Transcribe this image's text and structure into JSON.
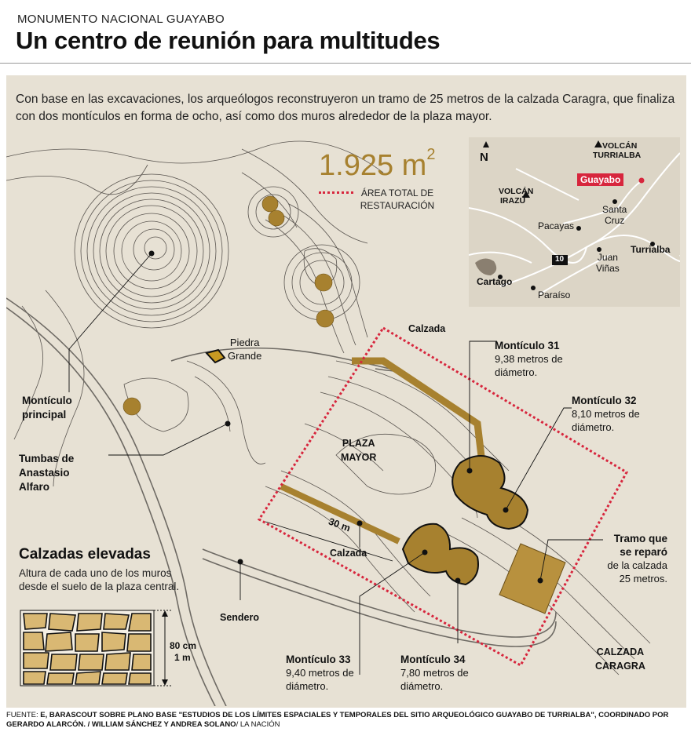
{
  "header": {
    "kicker": "MONUMENTO NACIONAL GUAYABO",
    "title": "Un centro de reunión para multitudes"
  },
  "intro": "Con base en las excavaciones, los arqueólogos reconstruyeron un tramo de 25 metros de la calzada Caragra, que finaliza con dos montículos en forma de ocho, así como dos muros alrededor de la plaza mayor.",
  "area": {
    "value": "1.925 m",
    "exponent": "2",
    "legend_line1": "ÁREA TOTAL DE",
    "legend_line2": "RESTAURACIÓN"
  },
  "labels": {
    "piedra_grande_1": "Piedra",
    "piedra_grande_2": "Grande",
    "monticulo_principal_1": "Montículo",
    "monticulo_principal_2": "principal",
    "tumbas_1": "Tumbas de",
    "tumbas_2": "Anastasio",
    "tumbas_3": "Alfaro",
    "calzada_top": "Calzada",
    "calzada_bottom": "Calzada",
    "plaza_1": "PLAZA",
    "plaza_2": "MAYOR",
    "distance": "30 m",
    "sendero": "Sendero",
    "calzada_caragra_1": "CALZADA",
    "calzada_caragra_2": "CARAGRA"
  },
  "mounds": {
    "m31_title": "Montículo 31",
    "m31_d1": "9,38 metros de",
    "m31_d2": "diámetro.",
    "m32_title": "Montículo 32",
    "m32_d1": "8,10 metros de",
    "m32_d2": "diámetro.",
    "m33_title": "Montículo 33",
    "m33_d1": "9,40  metros de",
    "m33_d2": "diámetro.",
    "m34_title": "Montículo 34",
    "m34_d1": "7,80 metros de",
    "m34_d2": "diámetro."
  },
  "tramo": {
    "title1": "Tramo que",
    "title2": "se reparó",
    "desc1": "de la calzada",
    "desc2": "25 metros."
  },
  "calzadas": {
    "title": "Calzadas elevadas",
    "desc": "Altura de cada uno de los muros desde el suelo de la plaza central.",
    "h1": "80 cm",
    "h2": "1 m"
  },
  "inset": {
    "north": "N",
    "volcan_turrialba_1": "VOLCÁN",
    "volcan_turrialba_2": "TURRIALBA",
    "volcan_irazu_1": "VOLCÁN",
    "volcan_irazu_2": "IRAZÚ",
    "guayabo": "Guayabo",
    "santa_cruz_1": "Santa",
    "santa_cruz_2": "Cruz",
    "pacayas": "Pacayas",
    "turrialba": "Turrialba",
    "route": "10",
    "juan_vinas_1": "Juan",
    "juan_vinas_2": "Viñas",
    "cartago": "Cartago",
    "paraiso": "Paraíso"
  },
  "footer": {
    "source_label": "FUENTE:",
    "source_text": "E, BARASCOUT SOBRE PLANO BASE \"ESTUDIOS DE LOS LÍMITES ESPACIALES Y TEMPORALES DEL SITIO ARQUEOLÓGICO GUAYABO DE TURRIALBA\", COORDINADO POR GERARDO ALARCÓN. / WILLIAM SÁNCHEZ Y ANDREA SOLANO",
    "publisher": "/ LA NACIÓN"
  },
  "colors": {
    "panel": "#e7e1d4",
    "gold": "#a7812f",
    "red": "#d7263d",
    "inset": "#dcd5c6"
  }
}
